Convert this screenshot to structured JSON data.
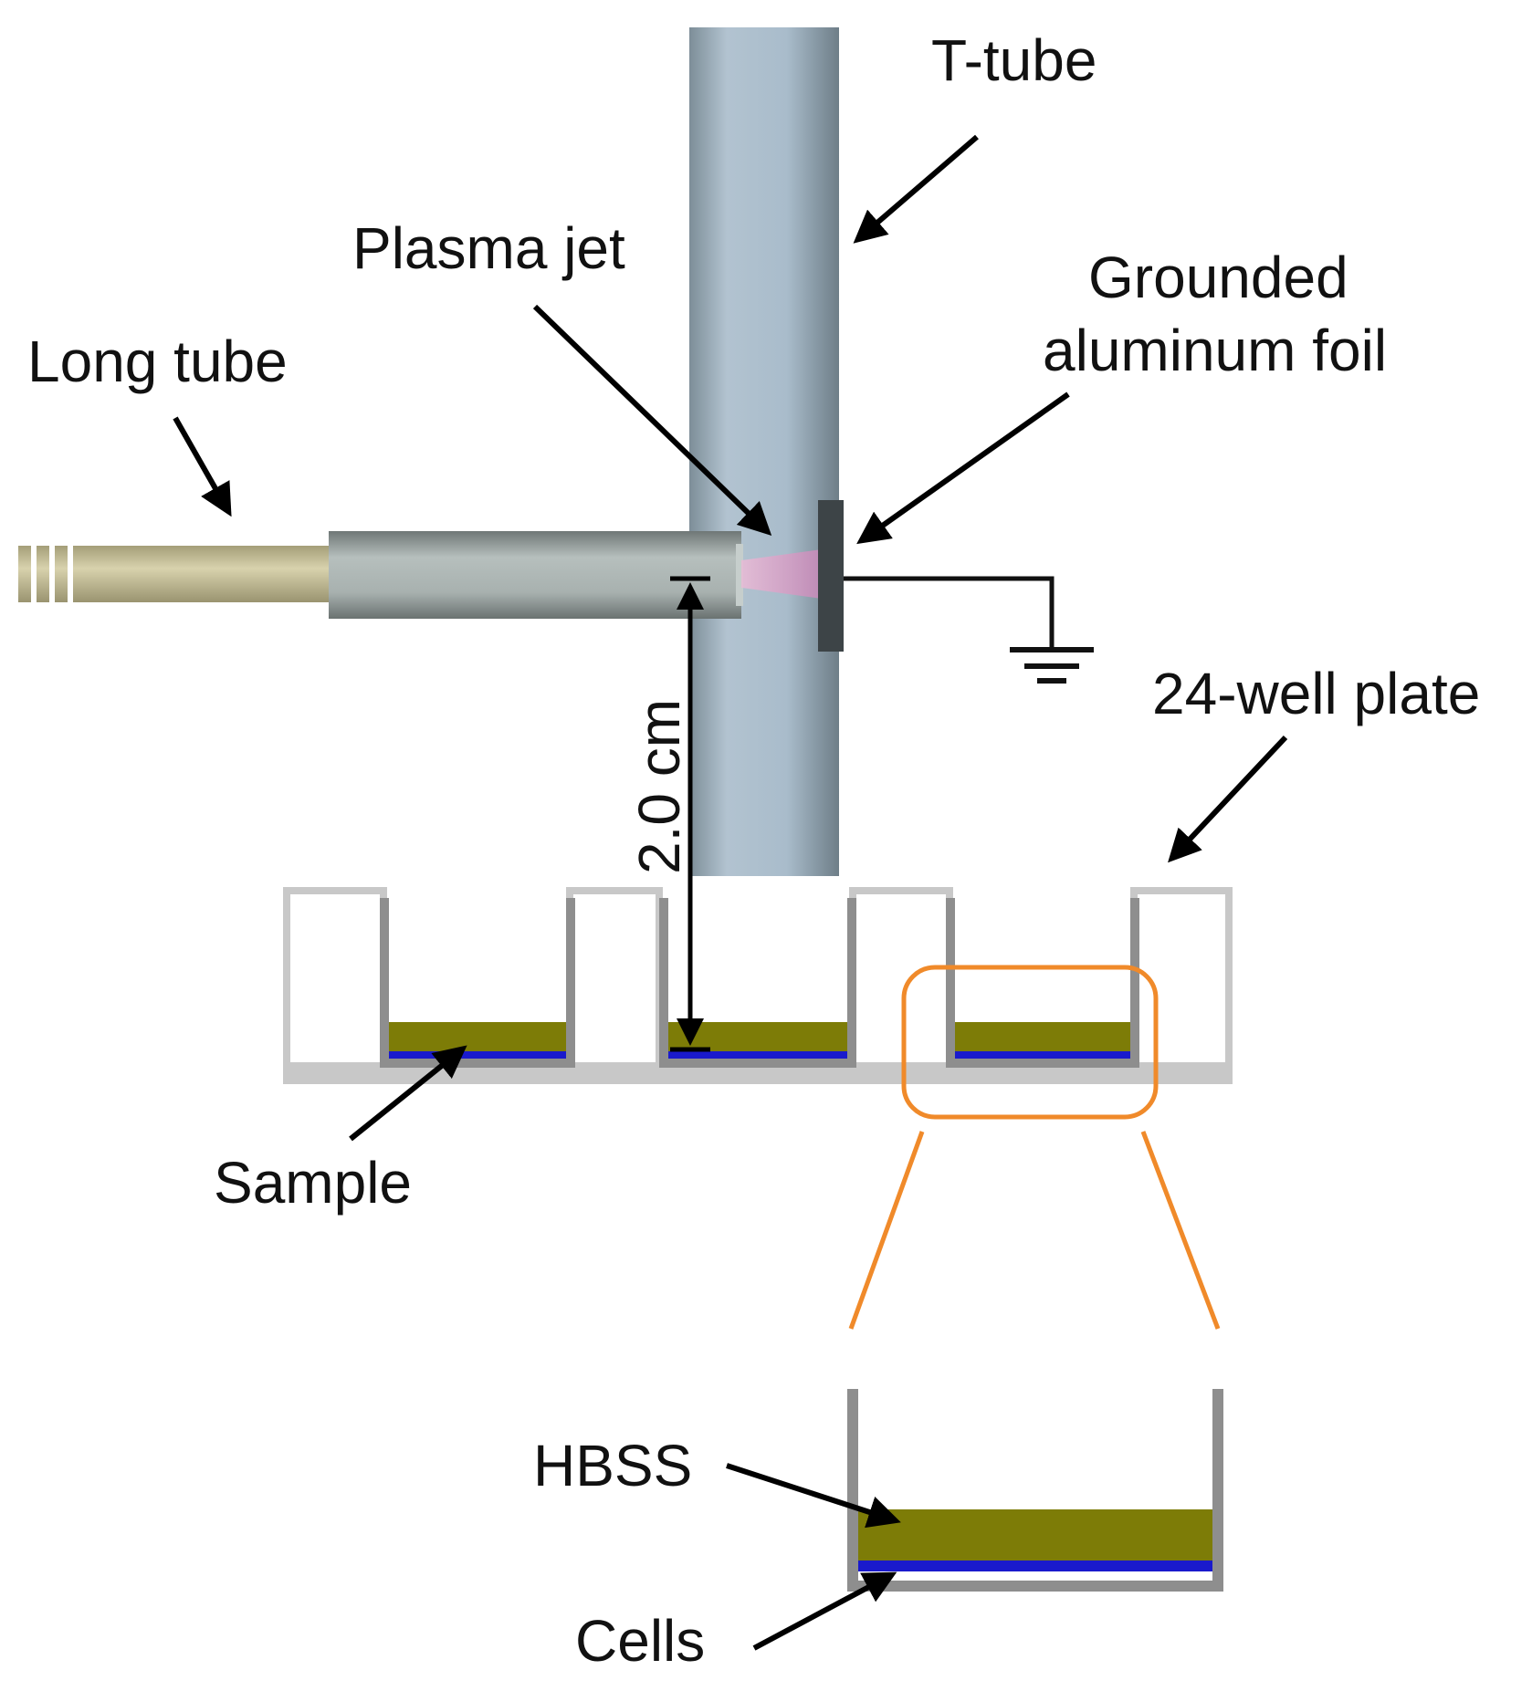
{
  "labels": {
    "t_tube": "T-tube",
    "plasma_jet": "Plasma jet",
    "grounded_foil_line1": "Grounded",
    "grounded_foil_line2": "aluminum foil",
    "long_tube": "Long tube",
    "well_plate": "24-well plate",
    "distance": "2.0 cm",
    "sample": "Sample",
    "hbss": "HBSS",
    "cells": "Cells"
  },
  "colors": {
    "t_tube": "#9fb3c1",
    "long_tube_outer": "#9fa8a6",
    "long_tube_inner": "#c9c29d",
    "plasma_glow": "#d9a9c8",
    "foil": "#3d4447",
    "well_walls": "#8e8e8e",
    "plate_outline": "#c8c8c8",
    "hbss": "#7d7c07",
    "cells": "#1a1acc",
    "zoom_outline": "#f08a2a",
    "arrows": "#000000"
  }
}
